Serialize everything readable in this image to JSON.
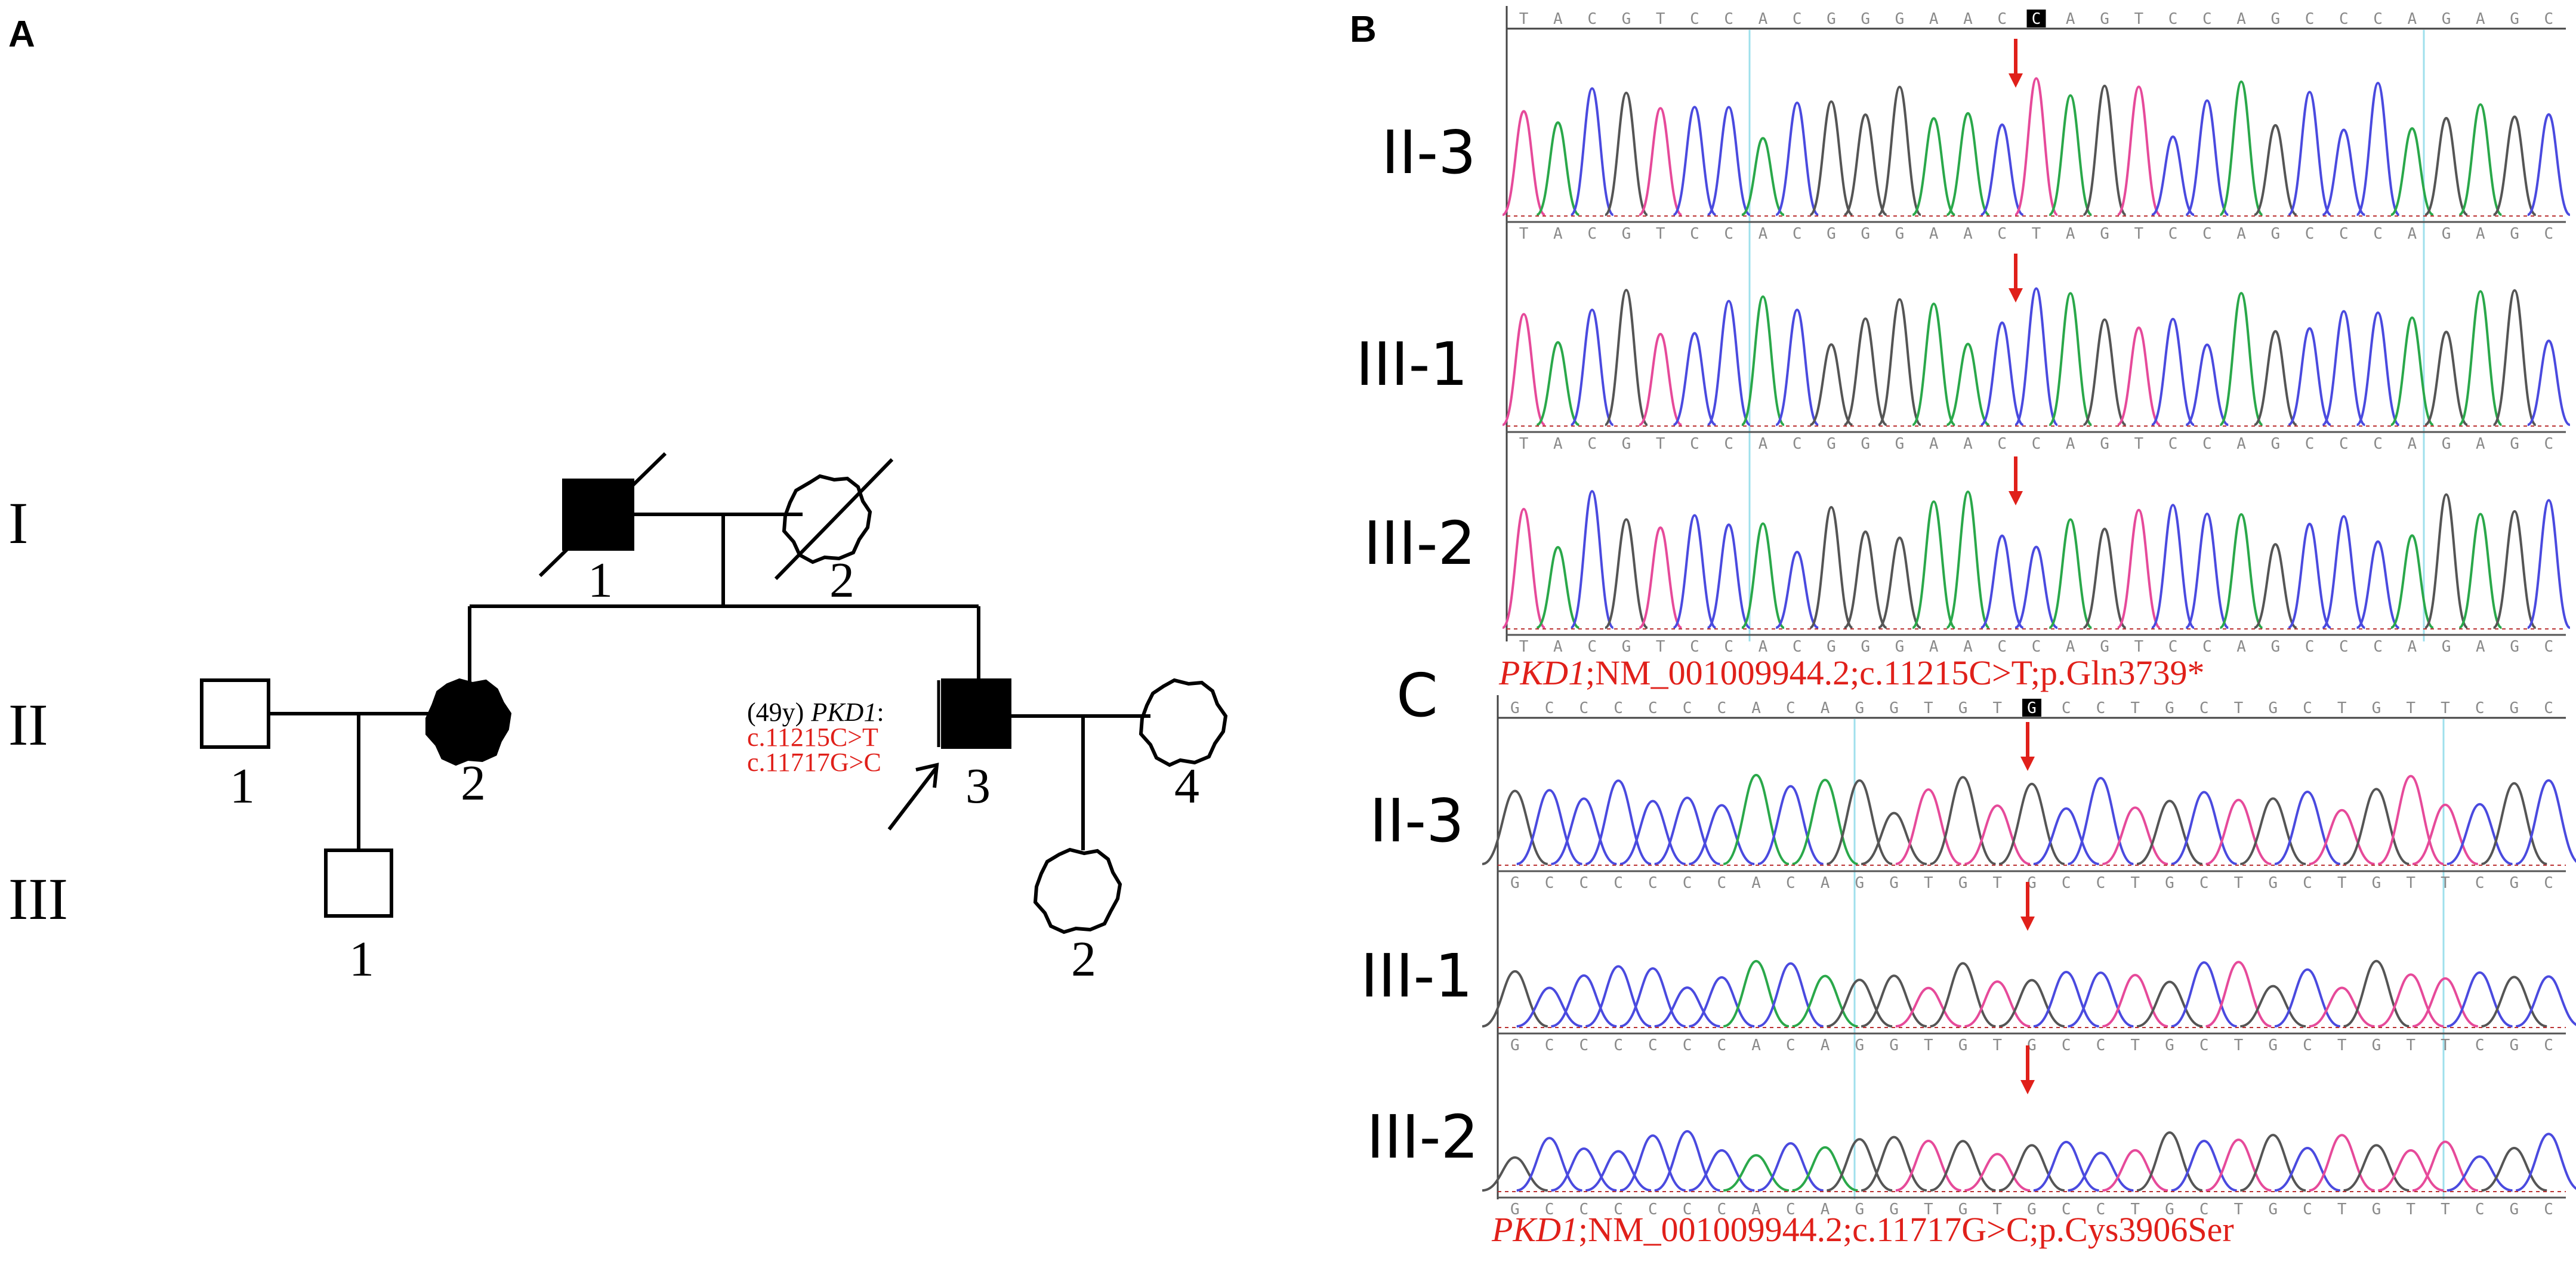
{
  "panels": {
    "a_label": "A",
    "b_label": "B",
    "c_label": "C"
  },
  "pedigree": {
    "generations": [
      "I",
      "II",
      "III"
    ],
    "individuals": {
      "I_1": "1",
      "I_2": "2",
      "II_1": "1",
      "II_2": "2",
      "II_3": "3",
      "II_4": "4",
      "III_1_left": "1",
      "III_2_right": "2"
    },
    "proband": {
      "age": "(49y)",
      "gene": "PKD1",
      "colon": ":",
      "variant1": "c.11215C>T",
      "variant2": "c.11717G>C"
    }
  },
  "chromatogram_b": {
    "rows": [
      "II-3",
      "III-1",
      "III-2"
    ],
    "top_sequence": "T A C G T C C A C G G G A A C C A G T C C A G C C C A G A G C",
    "highlight_base": "C",
    "row_sequences": [
      "T A C G T C C A C G G G A A C T A G T C C A G C C C A G A G C",
      "T A C G T C C A C G G G A A C C A G T C C A G C C C A G A G C",
      "T A C G T C C A C G G G A A C C A G T C C A G C C C A G A G C"
    ],
    "caption_gene": "PKD1",
    "caption_rest": ";NM_001009944.2;c.11215C>T;p.Gln3739*"
  },
  "chromatogram_c": {
    "rows": [
      "II-3",
      "III-1",
      "III-2"
    ],
    "top_sequence": "G C C C C C C A C A G G T G T G C C T G C T G C T G T T C G C",
    "highlight_base": "G",
    "row_sequences": [
      "G C C C C C C A C A G G T G T G C C T G C T G C T G T T C G C",
      "G C C C C C C A C A G G T G T G C C T G C T G C T G T T C G C",
      "G C C C C C C A C A G G T G T G C C T G C T G C T G T T C G C"
    ],
    "caption_gene": "PKD1",
    "caption_rest": ";NM_001009944.2;c.11717G>C;p.Cys3906Ser"
  },
  "colors": {
    "caption_red": "#e0201a",
    "arrow_red": "#e0201a",
    "trace_A": "#2aa84a",
    "trace_C": "#4a4adf",
    "trace_G": "#555555",
    "trace_T": "#e64a9a",
    "marker_line": "#9fe0ec"
  }
}
